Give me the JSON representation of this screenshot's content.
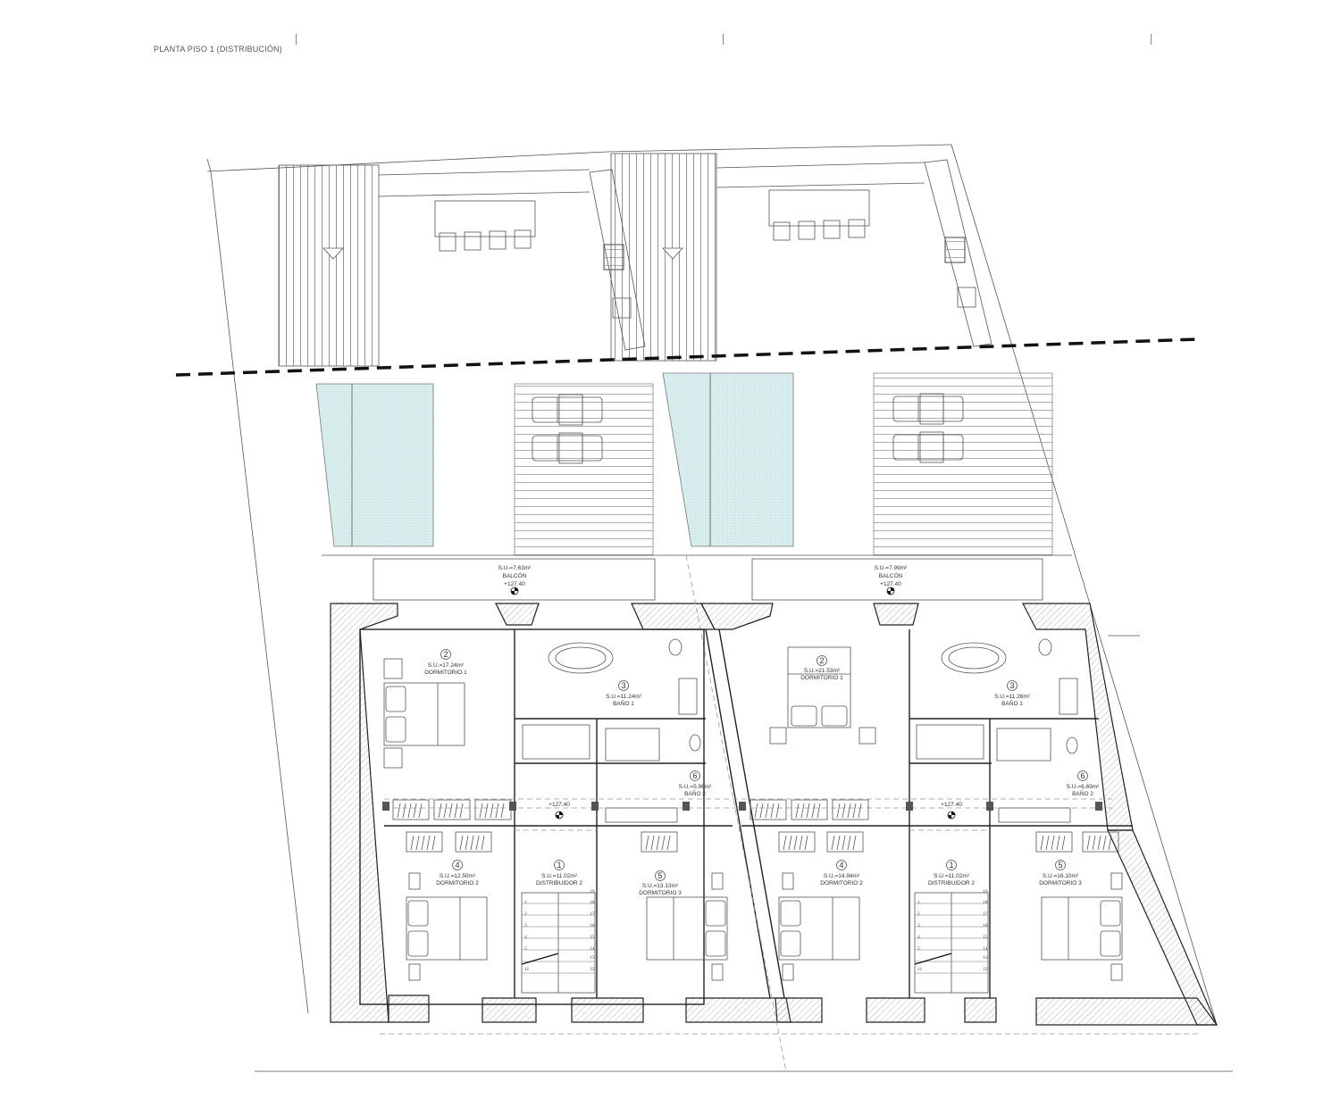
{
  "sheet": {
    "title": "PLANTA PISO 1 (DISTRIBUCIÓN)",
    "tick_marks_x": [
      331,
      809,
      1288
    ]
  },
  "units": [
    {
      "id": "left",
      "balcony": {
        "area": "S.U.=7.63m²",
        "name": "BALCÓN",
        "level": "+127.40"
      },
      "landing_level": "+127.40",
      "rooms": [
        {
          "num": "2",
          "area": "S.U.=17.24m²",
          "name": "DORMITORIO 1"
        },
        {
          "num": "3",
          "area": "S.U.=11.24m²",
          "name": "BAÑO 1"
        },
        {
          "num": "6",
          "area": "S.U.=5.96m²",
          "name": "BAÑO 2"
        },
        {
          "num": "4",
          "area": "S.U.=12.50m²",
          "name": "DORMITORIO 2"
        },
        {
          "num": "1",
          "area": "S.U.=11.02m²",
          "name": "DISTRIBUIDOR 2"
        },
        {
          "num": "5",
          "area": "S.U.=13.13m²",
          "name": "DORMITORIO 3"
        }
      ],
      "stair_left": [
        "1",
        "2",
        "3",
        "4",
        "5",
        "",
        "11"
      ],
      "stair_right": [
        "19",
        "18",
        "17",
        "16",
        "15",
        "14",
        "13",
        "12"
      ]
    },
    {
      "id": "right",
      "balcony": {
        "area": "S.U.=7.99m²",
        "name": "BALCÓN",
        "level": "+127.40"
      },
      "landing_level": "+127.40",
      "rooms": [
        {
          "num": "2",
          "area": "S.U.=21.53m²",
          "name": "DORMITORIO 1"
        },
        {
          "num": "3",
          "area": "S.U.=11.26m²",
          "name": "BAÑO 1"
        },
        {
          "num": "6",
          "area": "S.U.=6.69m²",
          "name": "BAÑO 2"
        },
        {
          "num": "4",
          "area": "S.U.=14.94m²",
          "name": "DORMITORIO 2"
        },
        {
          "num": "1",
          "area": "S.U.=11.02m²",
          "name": "DISTRIBUIDOR 2"
        },
        {
          "num": "5",
          "area": "S.U.=16.10m²",
          "name": "DORMITORIO 3"
        }
      ],
      "stair_left": [
        "1",
        "2",
        "3",
        "4",
        "5",
        "",
        "11"
      ],
      "stair_right": [
        "19",
        "18",
        "17",
        "16",
        "15",
        "14",
        "13",
        "12"
      ]
    }
  ],
  "colors": {
    "lines": "#222222",
    "pool_fill": "#d7ecec",
    "hatch": "#888888",
    "property_line": "#111111"
  }
}
